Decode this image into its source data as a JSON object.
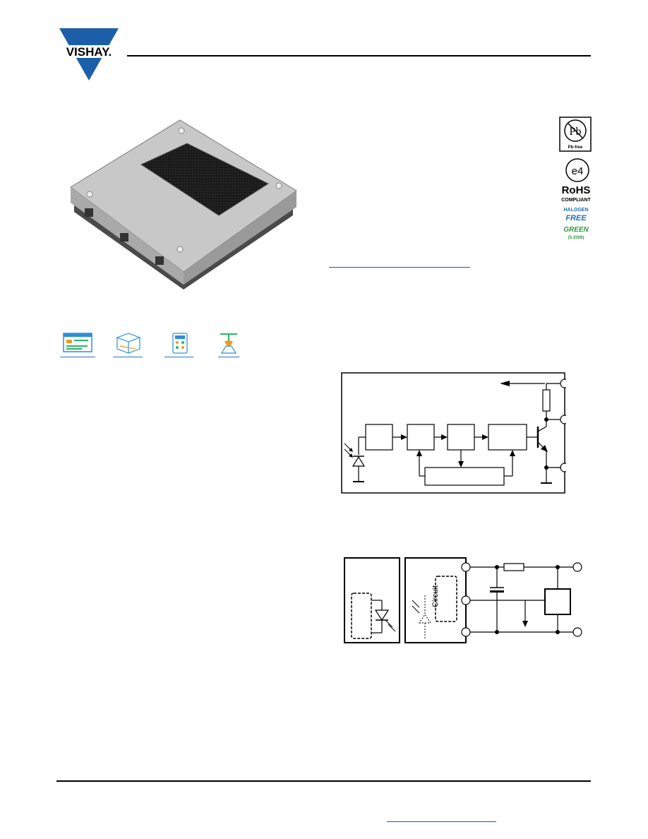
{
  "header": {
    "logo_text": "VISHAY."
  },
  "badges": {
    "pb_free_symbol": "Pb",
    "pb_free_caption": "Pb-free",
    "e4_symbol": "e4",
    "rohs_title": "RoHS",
    "rohs_caption": "COMPLIANT",
    "halogen_line1": "HALOGEN",
    "halogen_line2": "FREE",
    "green_line1": "GREEN",
    "green_line2": "(5-2008)"
  },
  "resource_icons": [
    {
      "name": "datasheet-icon"
    },
    {
      "name": "3d-model-icon"
    },
    {
      "name": "calculator-icon"
    },
    {
      "name": "assembly-icon"
    }
  ],
  "app_circuit": {
    "circuit_label": "Circuit"
  },
  "colors": {
    "link_blue": "#1f4fd8",
    "halogen_blue": "#1f6fb5",
    "green": "#2e9a3b",
    "vishay_blue": "#1c5fa8"
  }
}
